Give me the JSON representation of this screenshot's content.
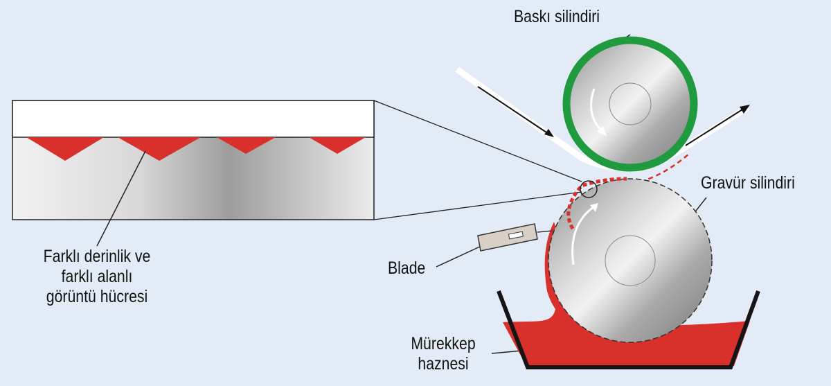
{
  "labels": {
    "print_cylinder": "Baskı silindiri",
    "gravure_cylinder": "Gravür silindiri",
    "blade": "Blade",
    "cell_line1": "Farklı derinlik ve",
    "cell_line2": "farklı alanlı",
    "cell_line3": "görüntü hücresi",
    "ink_line1": "Mürekkep",
    "ink_line2": "haznesi"
  },
  "colors": {
    "ink": "#d9302b",
    "print_ring": "#1f9a3e",
    "background": "#e3ecf6"
  }
}
